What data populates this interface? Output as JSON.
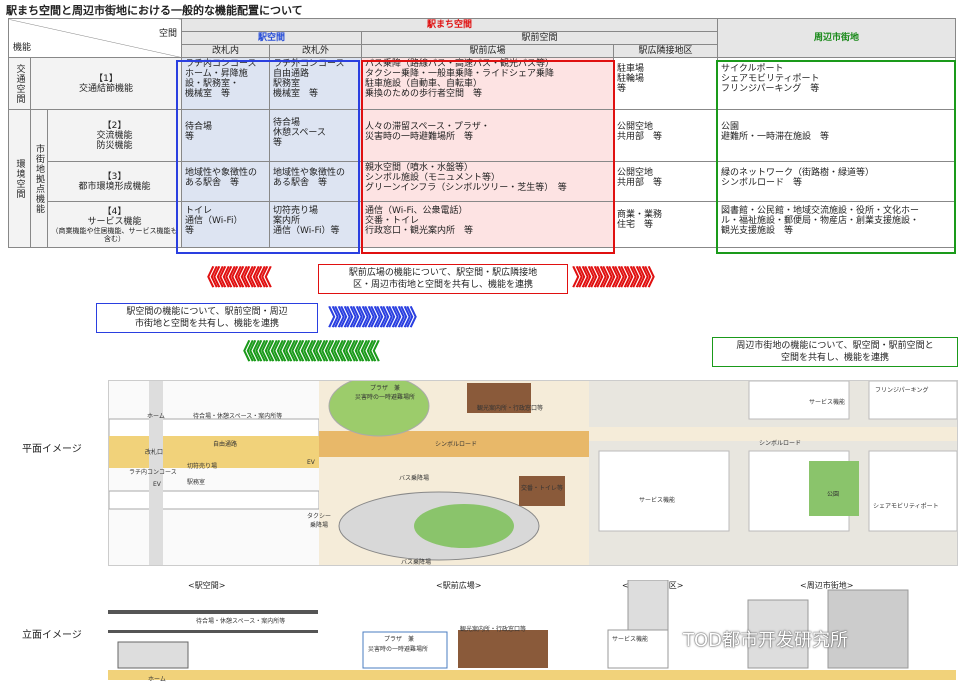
{
  "title": "駅まち空間と周辺市街地における一般的な機能配置について",
  "table": {
    "corner_space": "空間",
    "corner_func": "機能",
    "ekimachi": "駅まち空間",
    "eki_kukan": "駅空間",
    "ekimae_kukan": "駅前空間",
    "shuhen": "周辺市街地",
    "kaisatsu_in": "改札内",
    "kaisatsu_out": "改札外",
    "ekimae_hiroba": "駅前広場",
    "ekihiro_rinsetsu": "駅広隣接地区",
    "kotsu_kukan": "交通空間",
    "kankyo_kukan": "環境空間",
    "shigaichi_kyoten": "市街地拠点機能",
    "rows": [
      {
        "num": "【1】",
        "name": "交通結節機能",
        "c1": [
          "ラチ内コンコース",
          "ホーム・昇降施",
          "設・駅務室・",
          "機械室　等"
        ],
        "c2": [
          "ラチ外コンコース",
          "自由通路",
          "駅務室",
          "機械室　等"
        ],
        "c3": [
          "バス乗降（路線バス・高速バス・観光バス等）",
          "タクシー乗降・一般車乗降・ライドシェア乗降",
          "駐車施設（自動車、自転車）",
          "乗換のための歩行者空間　等"
        ],
        "c4": [
          "駐車場",
          "駐輪場",
          "等"
        ],
        "c5": [
          "サイクルポート",
          "シェアモビリティポート",
          "フリンジパーキング　等"
        ]
      },
      {
        "num": "【2】",
        "name": "交流機能\n防災機能",
        "c1": [
          "待合場",
          "等"
        ],
        "c2": [
          "待合場",
          "休憩スペース",
          "等"
        ],
        "c3": [
          "人々の滞留スペース・プラザ・",
          "災害時の一時避難場所　等"
        ],
        "c4": [
          "公開空地",
          "共用部　等"
        ],
        "c5": [
          "公園",
          "避難所・一時滞在施設　等"
        ]
      },
      {
        "num": "【3】",
        "name": "都市環境形成機能",
        "c1": [
          "地域性や象徴性の",
          "ある駅舎　等"
        ],
        "c2": [
          "地域性や象徴性の",
          "ある駅舎　等"
        ],
        "c3": [
          "親水空間（噴水・水盤等）",
          "シンボル施設（モニュメント等）",
          "グリーンインフラ（シンボルツリー・芝生等）　等"
        ],
        "c4": [
          "公開空地",
          "共用部　等"
        ],
        "c5": [
          "緑のネットワーク（街路樹・緑道等）",
          "シンボルロード　等"
        ]
      },
      {
        "num": "【4】",
        "name": "サービス機能",
        "note": "（商業機能や住居機能、サービス機能も含む）",
        "c1": [
          "トイレ",
          "通信（Wi-Fi）",
          "等"
        ],
        "c2": [
          "切符売り場",
          "案内所",
          "通信（Wi-Fi）等"
        ],
        "c3": [
          "通信（Wi-Fi、公衆電話）",
          "交番・トイレ",
          "行政窓口・観光案内所　等"
        ],
        "c4": [
          "商業・業務",
          "住宅　等"
        ],
        "c5": [
          "図書館・公民館・地域交流施設・役所・文化ホー",
          "ル・福祉施設・郵便局・物産店・創業支援施設・",
          "観光支援施設　等"
        ]
      }
    ]
  },
  "arrows": {
    "red_text": [
      "駅前広場の機能について、駅空間・駅広隣接地",
      "区・周辺市街地と空間を共有し、機能を連携"
    ],
    "blue_text": [
      "駅空間の機能について、駅前空間・周辺",
      "市街地と空間を共有し、機能を連携"
    ],
    "green_text": [
      "周辺市街地の機能について、駅空間・駅前空間と",
      "空間を共有し、機能を連携"
    ],
    "red_color": "#e01010",
    "blue_color": "#2a3fe0",
    "green_color": "#1a9a1a"
  },
  "plan": {
    "label": "平面イメージ",
    "labels": {
      "home": "ホーム",
      "machiai": "待合場・休憩スペース・案内所等",
      "jiyu": "自由通路",
      "kaisatsu": "改札口",
      "rachi": "ラチ内コンコース",
      "kippu": "切符売り場",
      "ekimu": "駅務室",
      "ev1": "EV",
      "ev2": "EV",
      "plaza": "プラザ　兼\n災害時の一時避難場所",
      "kanko": "観光案内所・行政窓口等",
      "symbol1": "シンボルロード",
      "symbol2": "シンボルロード",
      "bus": "バス乗降場",
      "bus2": "バス乗降場",
      "taxi": "タクシー\n乗降場",
      "koban": "交番・トイレ等",
      "service1": "サービス機能",
      "service2": "サービス機能",
      "fringe": "フリンジパーキング",
      "park": "公園",
      "share": "シェアモビリティポート"
    }
  },
  "elevation": {
    "label": "立面イメージ",
    "sections": [
      "<駅空間>",
      "<駅前広場>",
      "<駅広隣接地区>",
      "<周辺市街地>"
    ],
    "labels": {
      "machiai": "待合場・休憩スペース・案内所等",
      "kanko": "観光案内所・行政窓口等",
      "plaza": "プラザ　兼",
      "plaza2": "災害時の一時避難場所",
      "service": "サービス機能",
      "home": "ホーム"
    }
  },
  "watermark": "TOD都市开发研究所"
}
